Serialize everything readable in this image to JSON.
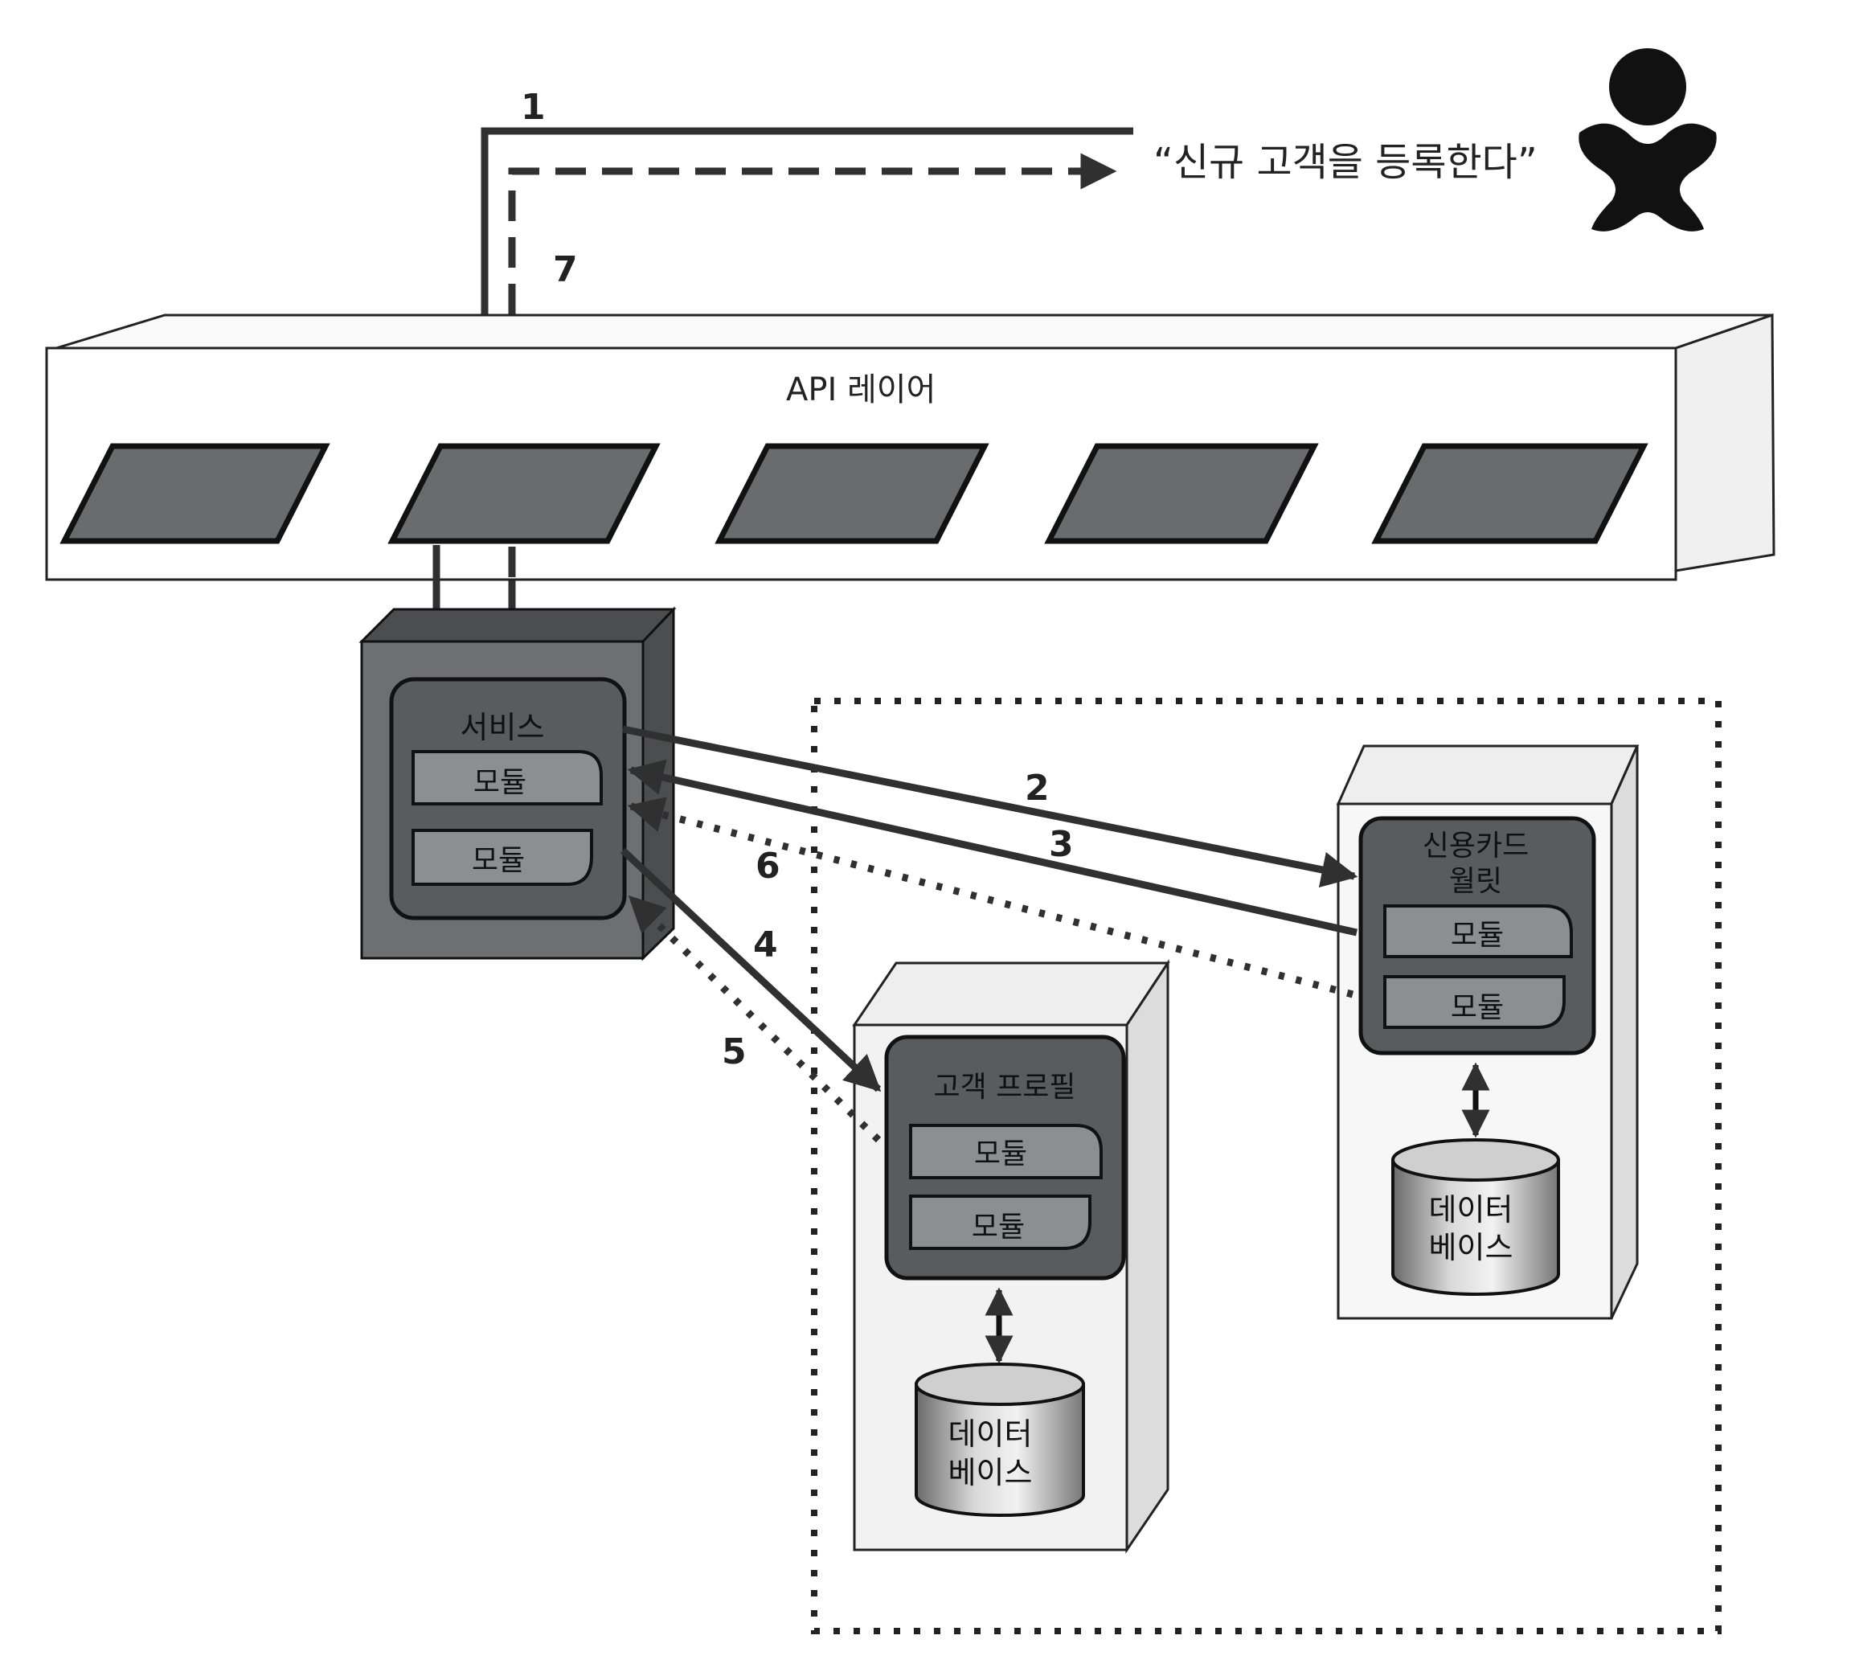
{
  "request": {
    "text": "“신규 고객을 등록한다”"
  },
  "api": {
    "label": "API 레이어"
  },
  "service": {
    "title": "서비스",
    "modules": [
      "모듈",
      "모듈"
    ]
  },
  "customer_profile": {
    "title": "고객 프로필",
    "modules": [
      "모듈",
      "모듈"
    ],
    "db": [
      "데이터",
      "베이스"
    ]
  },
  "wallet": {
    "title": [
      "신용카드",
      "월릿"
    ],
    "modules": [
      "모듈",
      "모듈"
    ],
    "db": [
      "데이터",
      "베이스"
    ]
  },
  "steps": [
    "1",
    "2",
    "3",
    "4",
    "5",
    "6",
    "7"
  ],
  "colors": {
    "panel": "#6e6f72",
    "panel_dark": "#555659",
    "module": "#8d8e92",
    "tab": "#6a6b6e",
    "line": "#303030"
  }
}
